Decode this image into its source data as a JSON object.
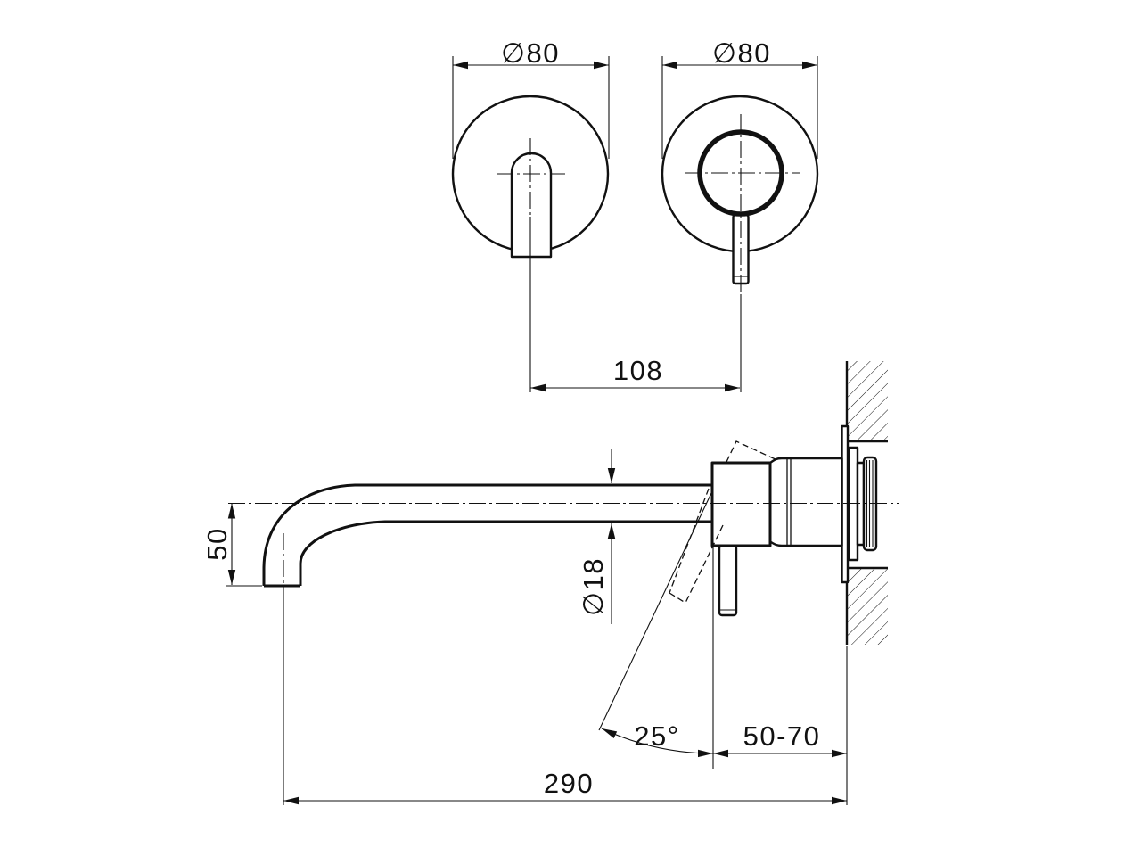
{
  "drawing": {
    "type": "technical-dimension-drawing",
    "background_color": "#ffffff",
    "line_color": "#111111",
    "labels": {
      "spout_plate_diameter": "∅80",
      "handle_plate_diameter": "∅80",
      "center_distance": "108",
      "spout_drop": "50",
      "spout_tube_diameter": "∅18",
      "lever_angle": "25°",
      "wall_depth_range": "50-70",
      "spout_reach": "290"
    }
  }
}
